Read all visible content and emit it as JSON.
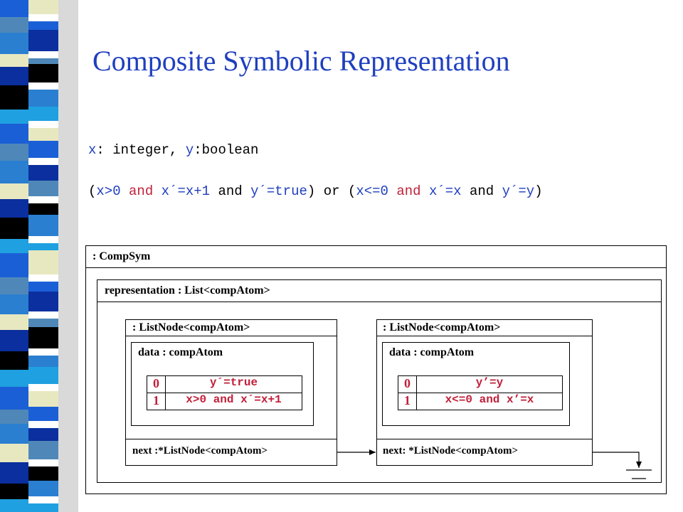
{
  "slide": {
    "title": "Composite Symbolic Representation",
    "line1": {
      "x": "x",
      "p1": ": integer, ",
      "y": "y",
      "p2": ":boolean"
    },
    "line2": {
      "t1": "(",
      "t2": "x>0",
      "t3": " and ",
      "t4": "x´=x+1",
      "t5": " and ",
      "t6": "y´=true",
      "t7": ")",
      "t8": " or ",
      "t9": "(",
      "t10": "x<=0",
      "t11": " and ",
      "t12": "x´=x",
      "t13": " and ",
      "t14": "y´=y",
      "t15": ")"
    }
  },
  "diagram": {
    "compsym_label": ": CompSym",
    "representation_label": "representation : List<compAtom>",
    "nodes": [
      {
        "header": ": ListNode<compAtom>",
        "data_label": "data : compAtom",
        "rows": [
          {
            "index": "0",
            "value": "y´=true"
          },
          {
            "index": "1",
            "value": "x>0 and x´=x+1"
          }
        ],
        "next_label": "next :*ListNode<compAtom>"
      },
      {
        "header": ": ListNode<compAtom>",
        "data_label": "data : compAtom",
        "rows": [
          {
            "index": "0",
            "value": "y’=y"
          },
          {
            "index": "1",
            "value": "x<=0 and x’=x"
          }
        ],
        "next_label": "next: *ListNode<compAtom>"
      }
    ]
  },
  "colors": {
    "accent_blue": "#1f3fbf",
    "accent_red": "#c0203a"
  }
}
